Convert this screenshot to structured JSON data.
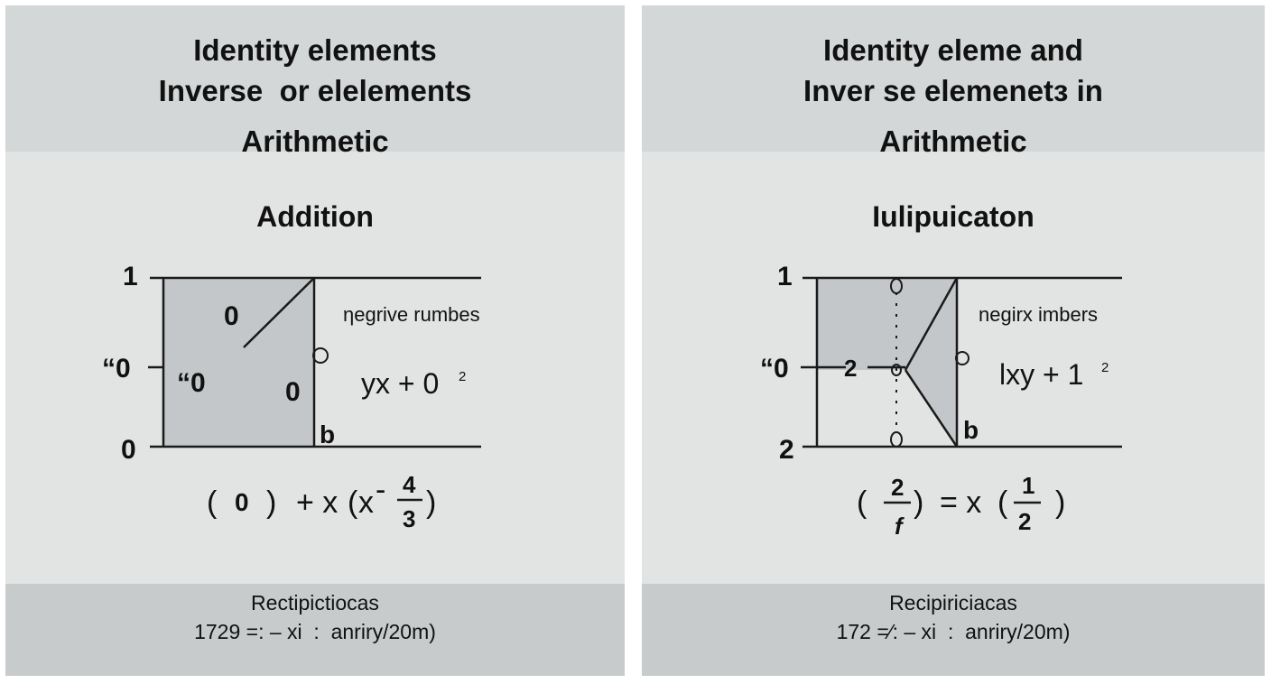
{
  "colors": {
    "panel_bg": "#e2e3e3",
    "header_bg": "#d3d7d7",
    "footer_bg": "#c8cbcc",
    "shape_fill": "#c3c7c9",
    "line": "#1a1a1a"
  },
  "left": {
    "title_line1": "Identity elements",
    "title_line2": "Inverse  or elelements",
    "title_line3": "Arithmetic",
    "section": "Addition",
    "axis_labels": {
      "top": "1",
      "middle": "“0",
      "bottom": "0"
    },
    "inner_labels": {
      "upper": "0",
      "left": "“0",
      "right": "0",
      "b": "b"
    },
    "side_text": "ηegrive rumbes",
    "side_expr": "yx + 0",
    "side_expr_sup": "2",
    "equation": {
      "open": "(",
      "value": "0",
      "close": ")",
      "operator": "+ x",
      "paren_open": "(",
      "var": "x",
      "minus": "-",
      "numerator": "4",
      "denominator": "3",
      "paren_close": ")"
    },
    "footer_line1": "Rectipictiocas",
    "footer_line2": "1729 =: – xi  :  anriry/20m)"
  },
  "right": {
    "title_line1": "Identity eleme and",
    "title_line2": "Inver se elemenetɜ in",
    "title_line3": "Arithmetic",
    "section": "Iulipuicaton",
    "axis_labels": {
      "top": "1",
      "middle": "“0",
      "bottom": "2",
      "tick": "2"
    },
    "inner_labels": {
      "b": "b"
    },
    "side_text": "negirx imbers",
    "side_expr": "lxy + 1",
    "side_expr_sup": "2",
    "equation": {
      "open": "(",
      "numerator_left": "2",
      "denominator_left": "f",
      "close": ")",
      "operator": "= x",
      "paren_open": "(",
      "numerator": "1",
      "denominator": "2",
      "paren_close": ")"
    },
    "footer_line1": "Recipiriciacas",
    "footer_line2": "172 =⁄: – xi  :  anriry/20m)"
  }
}
